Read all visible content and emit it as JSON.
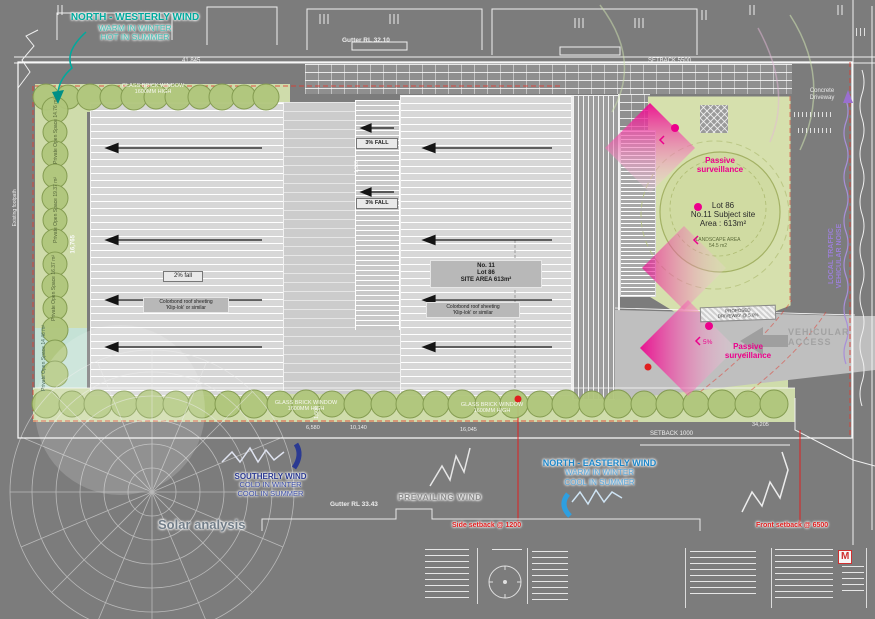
{
  "winds": {
    "nw": [
      "NORTH - WESTERLY WIND",
      "WARM IN WINTER",
      "HOT IN SUMMER"
    ],
    "southerly": [
      "SOUTHERLY WIND",
      "COLD IN WINTER",
      "COOL IN SUMMER"
    ],
    "ne": [
      "NORTH - EASTERLY WIND",
      "WARM IN WINTER",
      "COOL IN SUMMER"
    ],
    "prevailing": "PREVAILING WIND"
  },
  "annotations": {
    "passive_surveillance_1": "Passive",
    "passive_surveillance_2": "surveillance",
    "grade": "5%",
    "vehicular_access": [
      "VEHICULAR",
      "ACCESS"
    ],
    "local_traffic": [
      "LOCAL TRAFFIC",
      "VEHICULAR NOISE"
    ],
    "concrete_driveway": [
      "Concrete",
      "Driveway"
    ],
    "proposed_driveway": [
      "PROPOSED",
      "DRIVEWAY @ 5.0%"
    ],
    "solar_analysis": "Solar analysis",
    "existing_footpath": "Existing footpath"
  },
  "setbacks": {
    "side": "Side setback @ 1200",
    "front": "Front setback @ 6500",
    "top": "SETBACK 5500",
    "bottom": "SETBACK 1000"
  },
  "lot": {
    "line1": "Lot 86",
    "line2": "No.11 Subject site",
    "line3": "Area : 613m²",
    "landscape1": "LANDSCAPE AREA",
    "landscape2": "54.5 m2"
  },
  "roof": {
    "b1_fall": "2% fall",
    "strip_fall": "3% FALL",
    "sheeting1": "Colorbond roof sheeting",
    "sheeting2": "'Klip-lok' or similar",
    "b2_box1": "No. 11",
    "b2_box2": "Lot 86",
    "b2_box3": "SITE AREA 613m²"
  },
  "windows": {
    "glass_brick1": "GLASS BRICK WINDOW",
    "glass_brick2": "1600MM HIGH"
  },
  "open_space": [
    "Private Open Space 14.76 m²",
    "Private Open Space 19.37 m²",
    "Private Open Space 16.37 m²",
    "Private Open Space 14.46 m²"
  ],
  "dims": {
    "left_v": "16,765",
    "win_v": "1,500",
    "win_v2": "1,500",
    "top": "41,845",
    "gutter_top": "Gutter RL 32.10",
    "gutter_bottom": "Gutter RL 33.43",
    "b1": "6,580",
    "b2": "10,140",
    "b3": "16,045",
    "b4": "34,205"
  },
  "titleblock": {
    "logo": "M"
  }
}
